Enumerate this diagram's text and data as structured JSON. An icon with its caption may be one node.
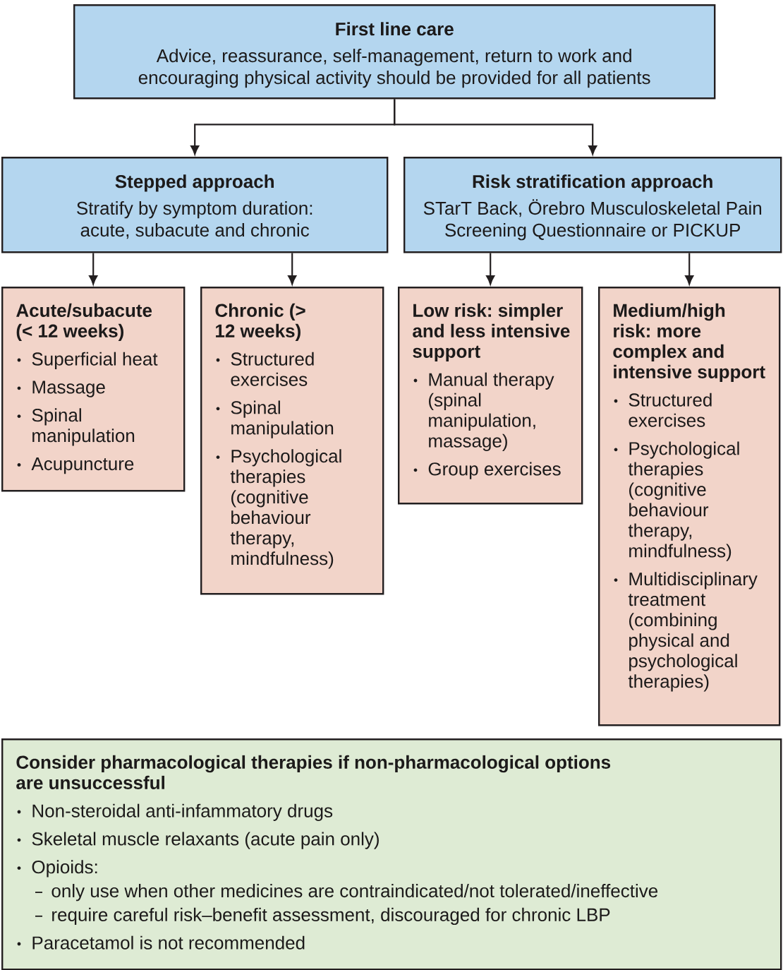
{
  "diagram": {
    "nodes": [
      {
        "text": [
          "First line care",
          "Advice, reassurance, self-management, return to work and encouraging physical activity should be provided for all patients"
        ]
      },
      {
        "text": [
          "Stepped approach",
          "Stratify by symptom duration: acute, subacute and chronic"
        ]
      },
      {
        "text": [
          "Risk stratification approach",
          "STarT Back, Örebro Musculoskeletal Pain Screening Questionnaire or PICKUP"
        ]
      },
      {
        "text": [
          "Acute/subacute (< 12 weeks)",
          "Superficial heat",
          "Massage",
          "Spinal manipulation",
          "Acupuncture"
        ]
      },
      {
        "text": [
          "Chronic (> 12 weeks)",
          "Structured exercises",
          "Spinal manipulation",
          "Psychological therapies (cognitive behaviour therapy, mindfulness)"
        ]
      },
      {
        "text": [
          "Low risk: simpler and less intensive support",
          "Manual therapy (spinal manipulation, massage)",
          "Group exercises"
        ]
      },
      {
        "text": [
          "Medium/high risk: more complex and intensive support",
          "Structured exercises",
          "Psychological therapies (cognitive behaviour therapy, mindfulness)",
          "Multidisciplinary treatment (combining physical and psychological therapies)"
        ]
      },
      {
        "text": [
          "Consider pharmacological therapies if non-pharmacological options are unsuccessful",
          "Non-steroidal anti-infammatory drugs",
          "Skeletal muscle relaxants (acute pain only)",
          "Opioids:",
          "only use when other medicines are contraindicated/not tolerated/ineffective",
          "require careful risk–benefit assessment, discouraged for chronic LBP",
          "Paracetamol is not recommended"
        ]
      }
    ],
    "edges": [
      {
        "from": 0,
        "to": 1,
        "arrow": "to"
      },
      {
        "from": 0,
        "to": 2,
        "arrow": "to"
      },
      {
        "from": 1,
        "to": 3,
        "arrow": "to"
      },
      {
        "from": 1,
        "to": 4,
        "arrow": "to"
      },
      {
        "from": 2,
        "to": 5,
        "arrow": "to"
      },
      {
        "from": 2,
        "to": 6,
        "arrow": "to"
      }
    ]
  }
}
